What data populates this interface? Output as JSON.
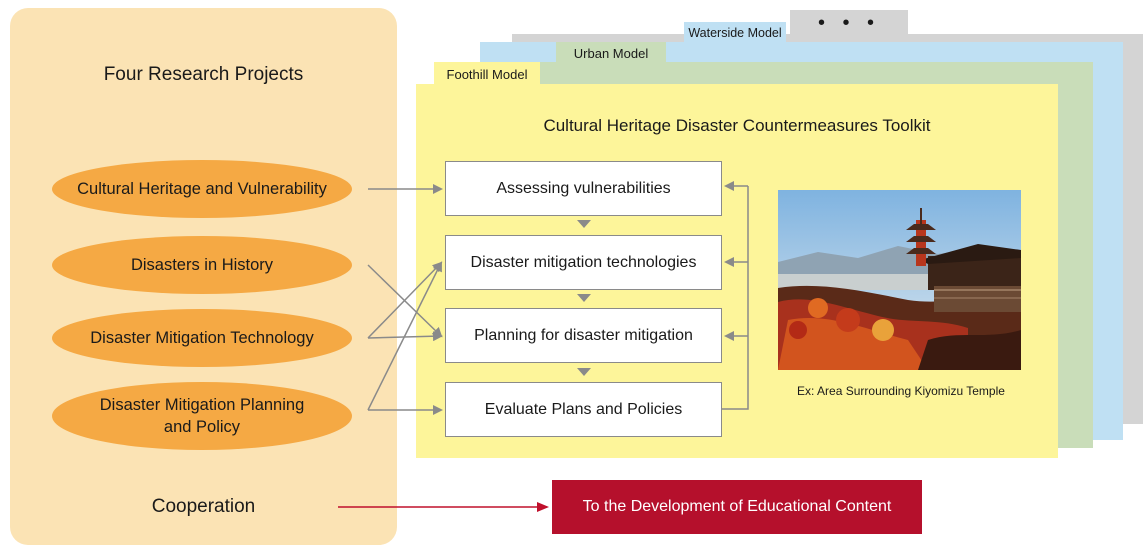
{
  "left_panel": {
    "title": "Four Research Projects",
    "projects": [
      "Cultural Heritage and Vulnerability",
      "Disasters in History",
      "Disaster Mitigation Technology",
      "Disaster Mitigation Planning and Policy"
    ],
    "cooperation": "Cooperation"
  },
  "models": {
    "tabs": [
      "Foothill Model",
      "Urban Model",
      "Waterside Model",
      "• • •"
    ]
  },
  "toolkit": {
    "title": "Cultural Heritage Disaster Countermeasures Toolkit",
    "steps": [
      "Assessing vulnerabilities",
      "Disaster mitigation technologies",
      "Planning for disaster mitigation",
      "Evaluate Plans and Policies"
    ],
    "photo_caption": "Ex: Area Surrounding Kiyomizu Temple"
  },
  "education_button": "To the Development of Educational Content",
  "colors": {
    "left_panel": "#fbe3b4",
    "oval": "#f5a944",
    "toolkit_sheet": "#fdf59a",
    "urban_sheet": "#c9ddb9",
    "waterside_sheet": "#bfe0f3",
    "more_sheet": "#d4d4d4",
    "education_button": "#b5102c",
    "connector": "#8a8a8a"
  }
}
